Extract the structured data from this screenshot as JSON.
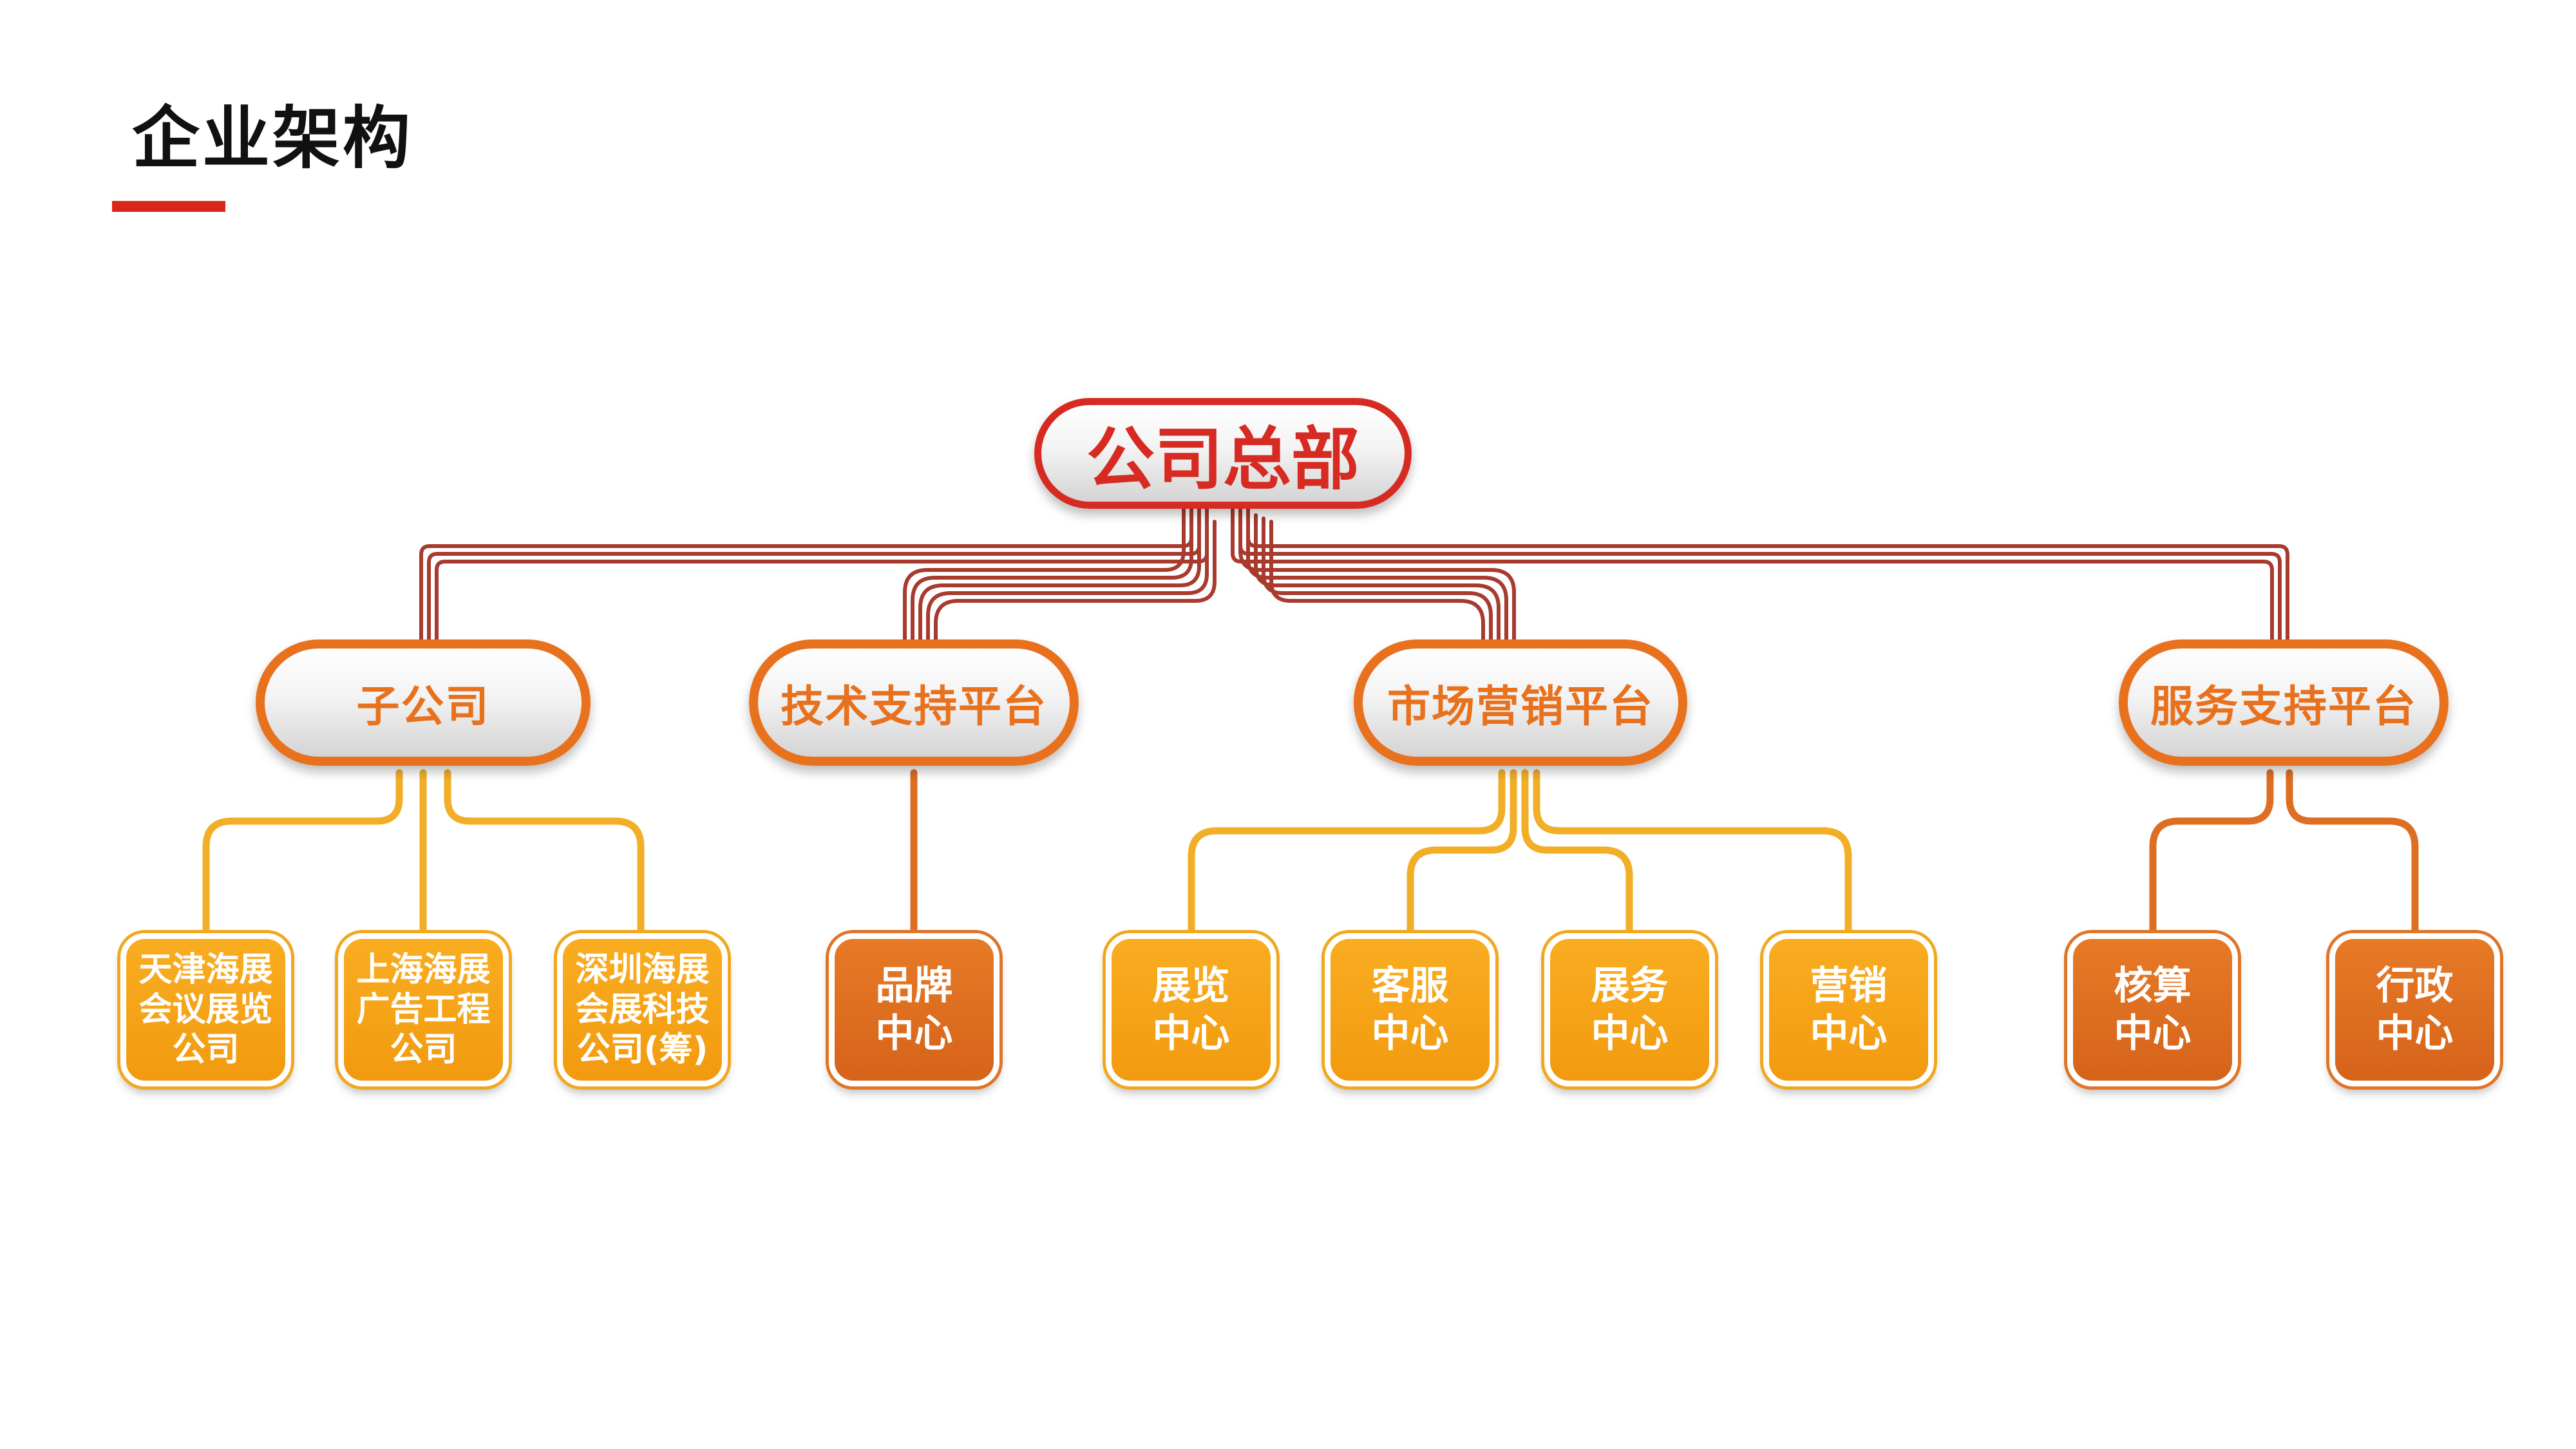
{
  "title": "企业架构",
  "headquarters": {
    "label": "公司总部"
  },
  "platforms": [
    {
      "label": "子公司",
      "children": [
        {
          "lines": [
            "天津海展",
            "会议展览",
            "公司"
          ]
        },
        {
          "lines": [
            "上海海展",
            "广告工程",
            "公司"
          ]
        },
        {
          "lines": [
            "深圳海展",
            "会展科技",
            "公司(筹)"
          ]
        }
      ]
    },
    {
      "label": "技术支持平台",
      "children": [
        {
          "lines": [
            "品牌",
            "中心"
          ]
        }
      ]
    },
    {
      "label": "市场营销平台",
      "children": [
        {
          "lines": [
            "展览",
            "中心"
          ]
        },
        {
          "lines": [
            "客服",
            "中心"
          ]
        },
        {
          "lines": [
            "展务",
            "中心"
          ]
        },
        {
          "lines": [
            "营销",
            "中心"
          ]
        }
      ]
    },
    {
      "label": "服务支持平台",
      "children": [
        {
          "lines": [
            "核算",
            "中心"
          ]
        },
        {
          "lines": [
            "行政",
            "中心"
          ]
        }
      ]
    }
  ],
  "colors": {
    "accent_red": "#d62a22",
    "accent_orange": "#e8711e",
    "leaf_yellow": "#f5a417",
    "leaf_dark_orange": "#dd6e22",
    "connector_red": "#a83a2e",
    "connector_yellow": "#f1ae26"
  }
}
